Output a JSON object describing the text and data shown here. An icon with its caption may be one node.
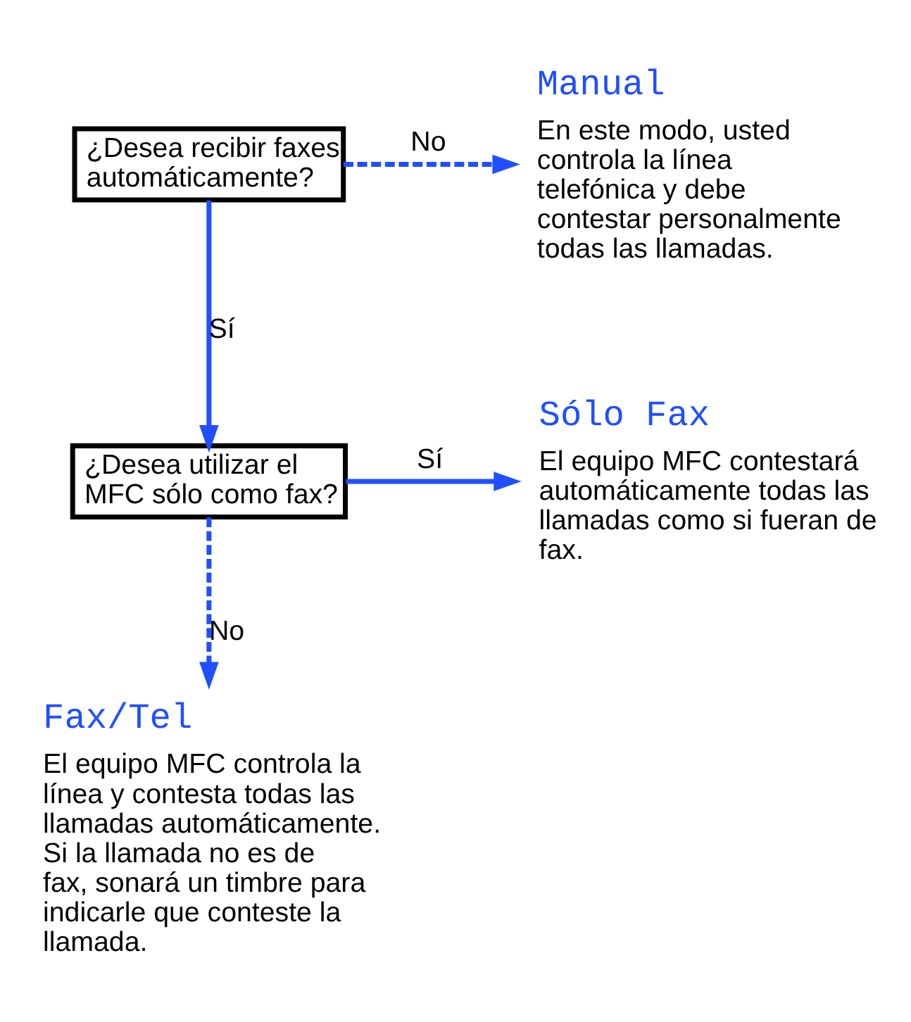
{
  "diagram": {
    "nodes": [
      {
        "text": [
          "¿Desea recibir faxes automáticamente?"
        ]
      },
      {
        "text": [
          "Manual",
          "En este modo, usted controla la línea telefónica y debe contestar personalmente todas las llamadas."
        ]
      },
      {
        "text": [
          "¿Desea utilizar el MFC sólo como fax?"
        ]
      },
      {
        "text": [
          "Sólo Fax",
          "El equipo MFC contestará automáticamente todas las llamadas como si fueran de fax."
        ]
      },
      {
        "text": [
          "Fax/Tel",
          "El equipo MFC controla la línea y contesta todas las llamadas automáticamente. Si la llamada no es de fax, sonará un timbre para indicarle que conteste la llamada."
        ]
      }
    ],
    "edges": [
      {
        "from": 0,
        "to": 1,
        "arrow": "to",
        "label": "No",
        "style": "dashed"
      },
      {
        "from": 0,
        "to": 2,
        "arrow": "to",
        "label": "Sí"
      },
      {
        "from": 2,
        "to": 3,
        "arrow": "to",
        "label": "Sí"
      },
      {
        "from": 2,
        "to": 4,
        "arrow": "to",
        "label": "No",
        "style": "dashed"
      }
    ]
  }
}
